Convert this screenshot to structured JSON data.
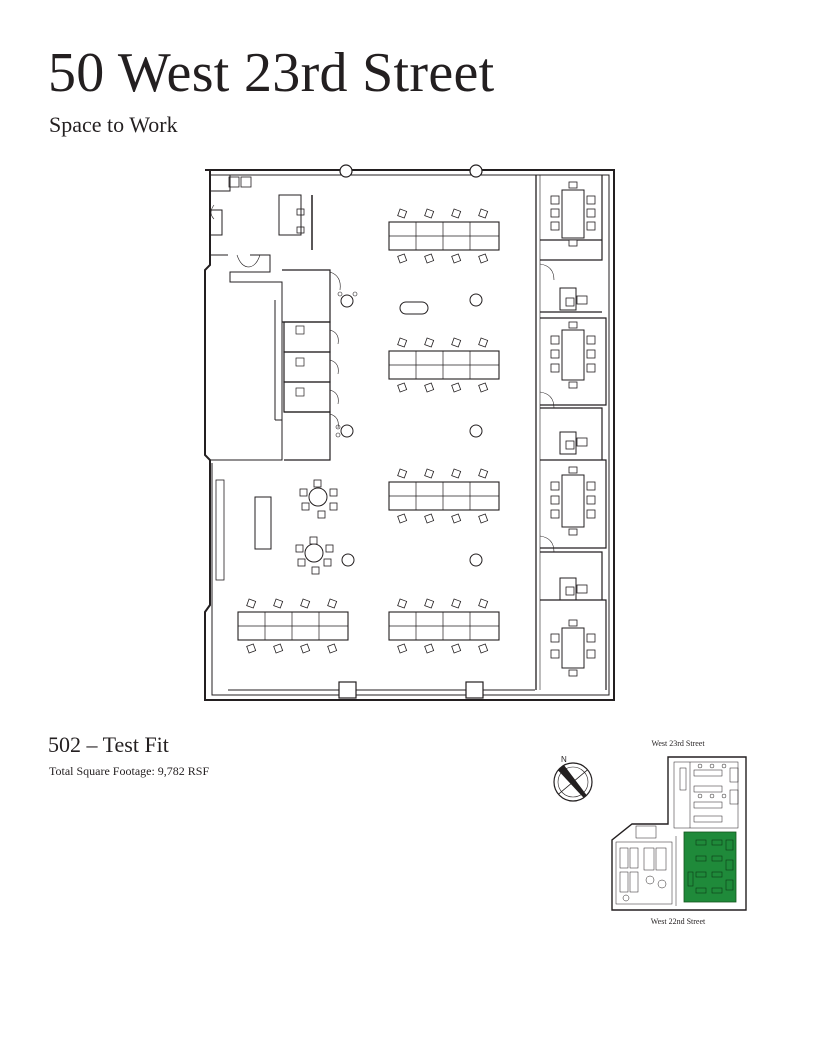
{
  "document": {
    "title": "50 West 23rd Street",
    "subtitle": "Space to Work",
    "suite_title": "502 – Test Fit",
    "square_footage": "Total Square Footage: 9,782 RSF"
  },
  "key_plan": {
    "north_label": "N",
    "street_top": "West 23rd Street",
    "street_bottom": "West 22nd Street",
    "highlight_color": "#1f8a3a"
  },
  "colors": {
    "ink": "#231f20",
    "highlight": "#1f8a3a"
  }
}
